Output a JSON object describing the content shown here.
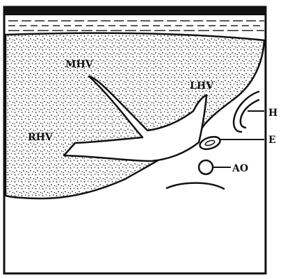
{
  "labels": {
    "mhv": "MHV",
    "lhv": "LHV",
    "rhv": "RHV",
    "h": "H",
    "e": "E",
    "ao": "AO"
  },
  "colors": {
    "ink": "#111111",
    "paper": "#ffffff"
  }
}
